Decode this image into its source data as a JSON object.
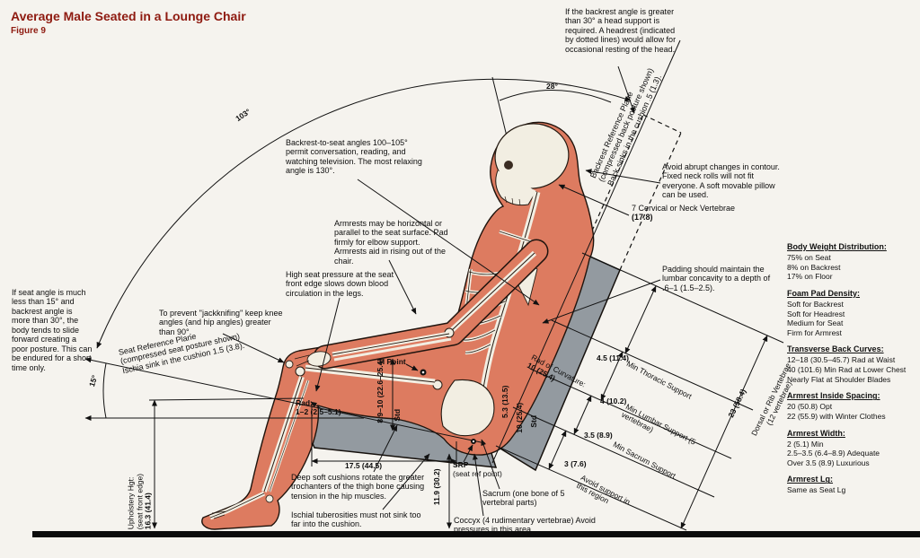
{
  "title": "Average Male Seated in a Lounge Chair",
  "figure_label": "Figure 9",
  "notes": {
    "headrest": "If the backrest angle is greater than 30° a head support is required. A headrest (indicated by dotted lines) would allow for occasional resting of the head.",
    "backrest_plane_1": "Backrest Reference Plane",
    "backrest_plane_2": "(compressed back posture shown)",
    "backrest_plane_3": "Back sinks in the cushion .5 (1.3).",
    "backrest_angles": "Backrest-to-seat angles 100–105° permit conversation, reading, and watching television. The most relaxing angle is 130°.",
    "neck_contour": "Avoid abrupt changes in contour. Fixed neck rolls will not fit everyone. A soft movable pillow can be used.",
    "cervical": "7 Cervical or Neck Vertebrae",
    "cervical_dim": "(17.8)",
    "armrests": "Armrests may be horizontal or parallel to the seat surface. Pad firmly for elbow support. Armrests aid in rising out of the chair.",
    "seat_pressure": "High seat pressure at the seat front edge slows down blood circulation in the legs.",
    "lumbar_padding": "Padding should maintain the lumbar concavity to a depth of .6–1 (1.5–2.5).",
    "seat_angle": "If seat angle is much less than 15° and backrest angle is more than 30°, the body tends to slide forward creating a poor posture. This can be endured for a short time only.",
    "jackknifing": "To prevent ''jackknifing'' keep knee angles (and hip angles) greater than 90°.",
    "seat_plane_1": "Seat Reference Plane",
    "seat_plane_2": "(compressed seat posture shown)",
    "seat_plane_3": "Ischia sink in the cushion 1.5 (3.8).",
    "deep_cushions": "Deep soft cushions rotate the greater trochanters of the thigh bone causing tension in the hip muscles.",
    "ischial": "Ischial tuberosities must not sink too far into the cushion.",
    "sacrum": "Sacrum (one bone of 5 vertebral parts)",
    "coccyx": "Coccyx (4 rudimentary vertebrae) Avoid pressures in this area."
  },
  "dims": {
    "angle_103": "103°",
    "angle_28": "28°",
    "angle_15": "15°",
    "h_point": "H Point",
    "rad_label": "Rad:",
    "rad_value": "1–2 (2.5–5.1)",
    "seat_height": "8.9–10 (22.6–25.4)",
    "seat_height_std": "Std",
    "seat_depth": "17.5 (44.5)",
    "srp": "SRP",
    "srp_sub": "(seat ref point)",
    "srp_height": "11.9 (30.2)",
    "upholstery_1": "Upholstery Hgt:",
    "upholstery_2": "(seat front edge)",
    "upholstery_3": "16.3 (41.4)",
    "spine_a": "5.3 (13.5)",
    "spine_b": "10 (25.4)",
    "spine_std": "Std",
    "rad_curv_1": "Rad of Curvature:",
    "rad_curv_2": "10 (25.4)",
    "backrest_len": "23 (58.4)",
    "dorsal_1": "Dorsal or Rib Vertebrae",
    "dorsal_2": "(12 vertebrae)"
  },
  "supports": [
    {
      "dim": "4.5 (11.4)",
      "label": "Min Thoracic Support"
    },
    {
      "dim": "4 (10.2)",
      "label": "Min Lumbar Support (5 vertebrae)"
    },
    {
      "dim": "3.5 (8.9)",
      "label": "Min Sacrum Support"
    },
    {
      "dim": "3 (7.6)",
      "label": "Avoid support in this region"
    }
  ],
  "panel": {
    "sections": [
      {
        "heading": "Body Weight Distribution:",
        "lines": [
          "75% on Seat",
          "8% on Backrest",
          "17% on Floor"
        ]
      },
      {
        "heading": "Foam Pad Density:",
        "lines": [
          "Soft for Backrest",
          "Soft for Headrest",
          "Medium for Seat",
          "Firm for Armrest"
        ]
      },
      {
        "heading": "Transverse Back Curves:",
        "lines": [
          "12–18 (30.5–45.7) Rad at Waist",
          "40 (101.6) Min Rad at Lower Chest",
          "Nearly Flat at Shoulder Blades"
        ]
      },
      {
        "heading": "Armrest Inside Spacing:",
        "lines": [
          "20 (50.8) Opt",
          "22 (55.9) with Winter Clothes"
        ]
      },
      {
        "heading": "Armrest Width:",
        "lines": [
          "2 (5.1) Min",
          "2.5–3.5 (6.4–8.9) Adequate",
          "Over 3.5 (8.9) Luxurious"
        ]
      },
      {
        "heading": "Armrest Lg:",
        "lines": [
          "Same as Seat Lg"
        ]
      }
    ]
  }
}
